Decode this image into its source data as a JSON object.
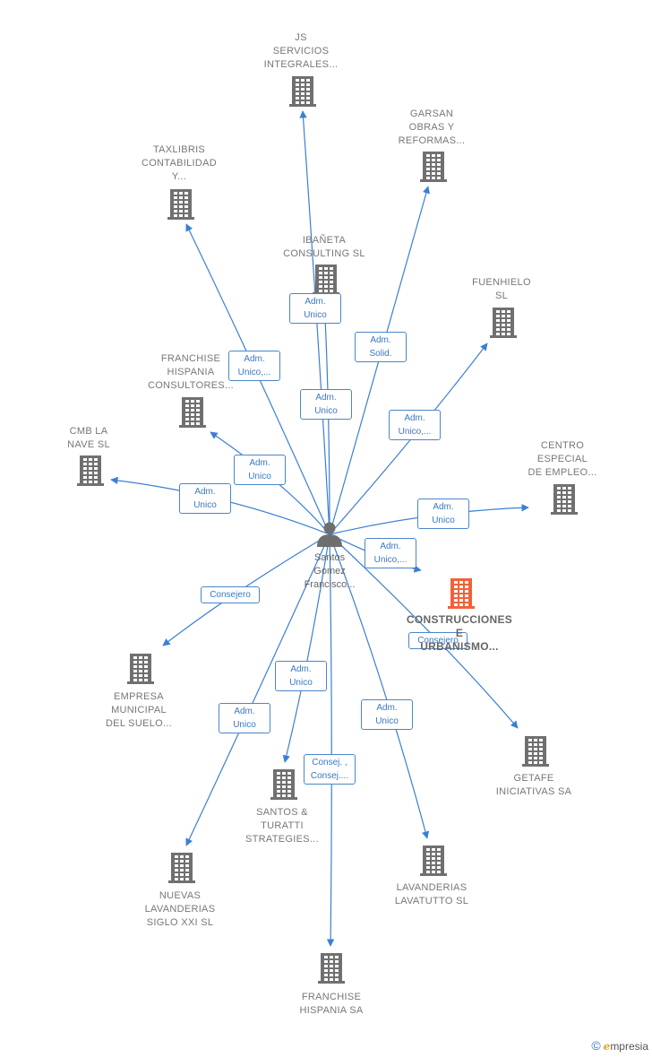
{
  "center": {
    "name_lines": [
      "Santos",
      "Gomez",
      "Francisco..."
    ]
  },
  "colors": {
    "building": "#707070",
    "focus_building": "#f0623a",
    "edge": "#3a7fd5"
  },
  "nodes": [
    {
      "id": "js",
      "lines": [
        "JS",
        "SERVICIOS",
        "INTEGRALES..."
      ],
      "focus": false
    },
    {
      "id": "garsan",
      "lines": [
        "GARSAN",
        "OBRAS Y",
        "REFORMAS..."
      ],
      "focus": false
    },
    {
      "id": "taxlibris",
      "lines": [
        "TAXLIBRIS",
        "CONTABILIDAD",
        "Y..."
      ],
      "focus": false
    },
    {
      "id": "ibaneta",
      "lines": [
        "IBAÑETA",
        "CONSULTING SL"
      ],
      "focus": false
    },
    {
      "id": "fuenhielo",
      "lines": [
        "FUENHIELO",
        "SL"
      ],
      "focus": false
    },
    {
      "id": "franchise_consultores",
      "lines": [
        "FRANCHISE",
        "HISPANIA",
        "CONSULTORES..."
      ],
      "focus": false
    },
    {
      "id": "cmb",
      "lines": [
        "CMB LA",
        "NAVE  SL"
      ],
      "focus": false
    },
    {
      "id": "centro",
      "lines": [
        "CENTRO",
        "ESPECIAL",
        "DE EMPLEO..."
      ],
      "focus": false
    },
    {
      "id": "construcciones",
      "lines": [
        "CONSTRUCCIONES",
        "E",
        "URBANISMO..."
      ],
      "focus": true
    },
    {
      "id": "empresa_municipal",
      "lines": [
        "EMPRESA",
        "MUNICIPAL",
        "DEL SUELO..."
      ],
      "focus": false
    },
    {
      "id": "getafe",
      "lines": [
        "GETAFE",
        "INICIATIVAS SA"
      ],
      "focus": false
    },
    {
      "id": "santos_turatti",
      "lines": [
        "SANTOS &",
        "TURATTI",
        "STRATEGIES..."
      ],
      "focus": false
    },
    {
      "id": "nuevas",
      "lines": [
        "NUEVAS",
        "LAVANDERIAS",
        "SIGLO XXI SL"
      ],
      "focus": false
    },
    {
      "id": "lavanderias",
      "lines": [
        "LAVANDERIAS",
        "LAVATUTTO  SL"
      ],
      "focus": false
    },
    {
      "id": "franchise_sa",
      "lines": [
        "FRANCHISE",
        "HISPANIA SA"
      ],
      "focus": false
    }
  ],
  "edges": [
    {
      "to": "js",
      "label_lines": [
        "Adm.",
        "Unico"
      ]
    },
    {
      "to": "garsan",
      "label_lines": [
        "Adm.",
        "Solid."
      ]
    },
    {
      "to": "taxlibris",
      "label_lines": [
        "Adm.",
        "Unico,..."
      ]
    },
    {
      "to": "ibaneta",
      "label_lines": [
        "Adm.",
        "Unico"
      ]
    },
    {
      "to": "fuenhielo",
      "label_lines": [
        "Adm.",
        "Unico,..."
      ]
    },
    {
      "to": "franchise_consultores",
      "label_lines": [
        "Adm.",
        "Unico"
      ]
    },
    {
      "to": "cmb",
      "label_lines": [
        "Adm.",
        "Unico"
      ]
    },
    {
      "to": "centro",
      "label_lines": [
        "Adm.",
        "Unico"
      ]
    },
    {
      "to": "construcciones",
      "label_lines": [
        "Adm.",
        "Unico,..."
      ]
    },
    {
      "to": "empresa_municipal",
      "label_lines": [
        "Consejero"
      ]
    },
    {
      "to": "getafe",
      "label_lines": [
        "Consejero"
      ]
    },
    {
      "to": "santos_turatti",
      "label_lines": [
        "Adm.",
        "Unico"
      ]
    },
    {
      "to": "nuevas",
      "label_lines": [
        "Adm.",
        "Unico"
      ]
    },
    {
      "to": "lavanderias",
      "label_lines": [
        "Adm.",
        "Unico"
      ]
    },
    {
      "to": "franchise_sa",
      "label_lines": [
        "Consej. ,",
        "Consej...."
      ]
    }
  ],
  "brand": {
    "copyright": "©",
    "initial": "e",
    "rest": "mpresia"
  }
}
